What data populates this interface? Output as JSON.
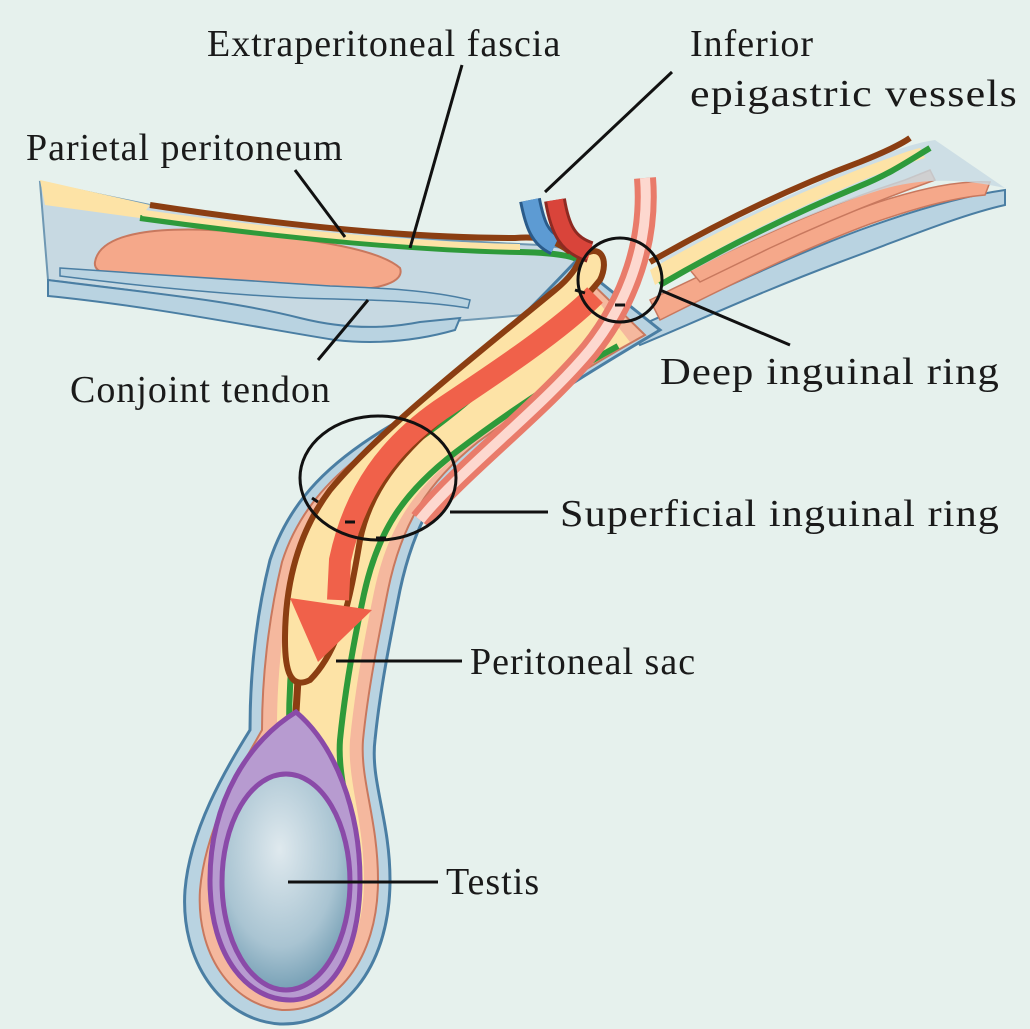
{
  "labels": {
    "extraperitoneal_fascia": "Extraperitoneal fascia",
    "inferior_line1": "Inferior",
    "inferior_line2": "epigastric vessels",
    "parietal_peritoneum": "Parietal peritoneum",
    "conjoint_tendon": "Conjoint tendon",
    "deep_inguinal_ring": "Deep inguinal ring",
    "superficial_inguinal_ring": "Superficial inguinal ring",
    "peritoneal_sac": "Peritoneal sac",
    "testis": "Testis"
  },
  "colors": {
    "background": "#e6f1ed",
    "peritoneum": "#8b3e12",
    "extraperitoneal_fascia": "#2e9a3a",
    "fat_layer": "#fde3a6",
    "muscle": "#f5a88a",
    "fascia_blue": "#b9d3e1",
    "fascia_outline": "#4a7ea3",
    "hernia_arrow": "#f0614a",
    "artery": "#d9443a",
    "vein": "#5d9bd3",
    "tunica_vaginalis": "#8a4aa8",
    "testis_fill": "#7fa7bc"
  }
}
